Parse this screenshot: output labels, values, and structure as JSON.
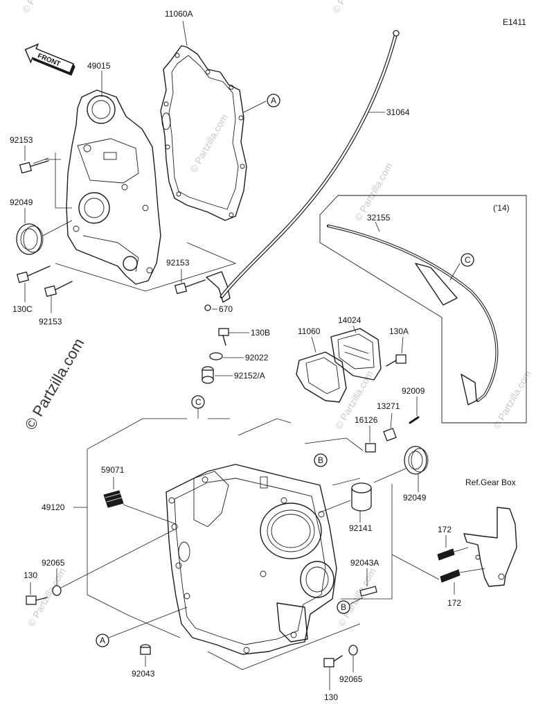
{
  "diagram_code": "E1411",
  "front_label": "FRONT",
  "year_note": "('14)",
  "reference": "Ref.Gear Box",
  "watermark": "© Partzilla.com",
  "callouts": {
    "a": "A",
    "b": "B",
    "c": "C"
  },
  "parts": {
    "p11060A": "11060A",
    "p49015": "49015",
    "p92153_top": "92153",
    "p92049_top": "92049",
    "p130C": "130C",
    "p92153_bottom": "92153",
    "p92153_mid": "92153",
    "p670": "670",
    "p31064": "31064",
    "p32155": "32155",
    "p130B": "130B",
    "p92022": "92022",
    "p92152A": "92152/A",
    "p11060": "11060",
    "p14024": "14024",
    "p130A": "130A",
    "p13271": "13271",
    "p92009": "92009",
    "p16126": "16126",
    "p92049_mid": "92049",
    "p92141": "92141",
    "p59071": "59071",
    "p49120": "49120",
    "p92065_left": "92065",
    "p130_left": "130",
    "p92043A": "92043A",
    "p172_top": "172",
    "p172_bottom": "172",
    "p92043": "92043",
    "p130_bottom": "130",
    "p92065_bottom": "92065"
  }
}
